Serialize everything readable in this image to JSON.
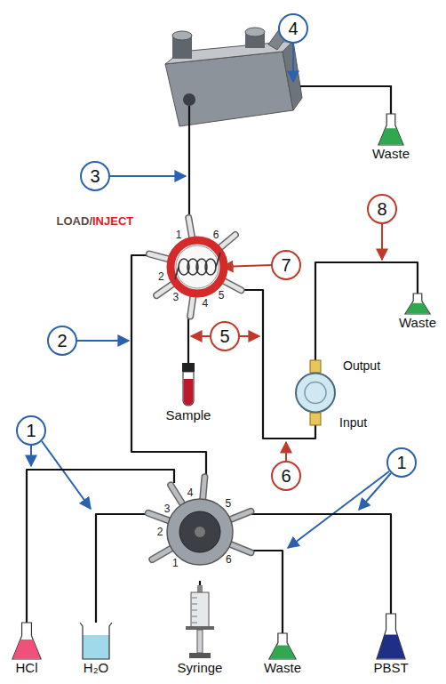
{
  "diagram": {
    "nodes": [
      {
        "text": [
          "1",
          "6",
          "2",
          "5",
          "3",
          "4"
        ]
      },
      {
        "text": [
          "3",
          "4",
          "5",
          "2",
          "6",
          "1"
        ]
      },
      {
        "text": [
          "Sample"
        ]
      },
      {
        "text": [
          "Output",
          "Input"
        ]
      },
      {
        "text": [
          "Waste"
        ]
      },
      {
        "text": [
          "Waste"
        ]
      },
      {
        "text": [
          "HCl"
        ]
      },
      {
        "text": [
          "H₂O"
        ]
      },
      {
        "text": [
          "Syringe"
        ]
      },
      {
        "text": [
          "Waste"
        ]
      },
      {
        "text": [
          "PBST"
        ]
      }
    ],
    "edges": [
      {
        "from": 1,
        "to": 0,
        "arrow": "none"
      },
      {
        "from": 0,
        "to": 2,
        "arrow": "none"
      },
      {
        "from": 0,
        "to": 3,
        "arrow": "none"
      },
      {
        "from": 3,
        "to": 4,
        "arrow": "none"
      },
      {
        "from": 1,
        "to": 6,
        "arrow": "none"
      },
      {
        "from": 1,
        "to": 7,
        "arrow": "none"
      },
      {
        "from": 1,
        "to": 8,
        "arrow": "none"
      },
      {
        "from": 1,
        "to": 9,
        "arrow": "none"
      },
      {
        "from": 1,
        "to": 10,
        "arrow": "none"
      }
    ],
    "labels": [
      "4",
      "3",
      "LOAD/",
      "INJECT",
      "7",
      "2",
      "5",
      "8",
      "6",
      "1",
      "1"
    ]
  }
}
